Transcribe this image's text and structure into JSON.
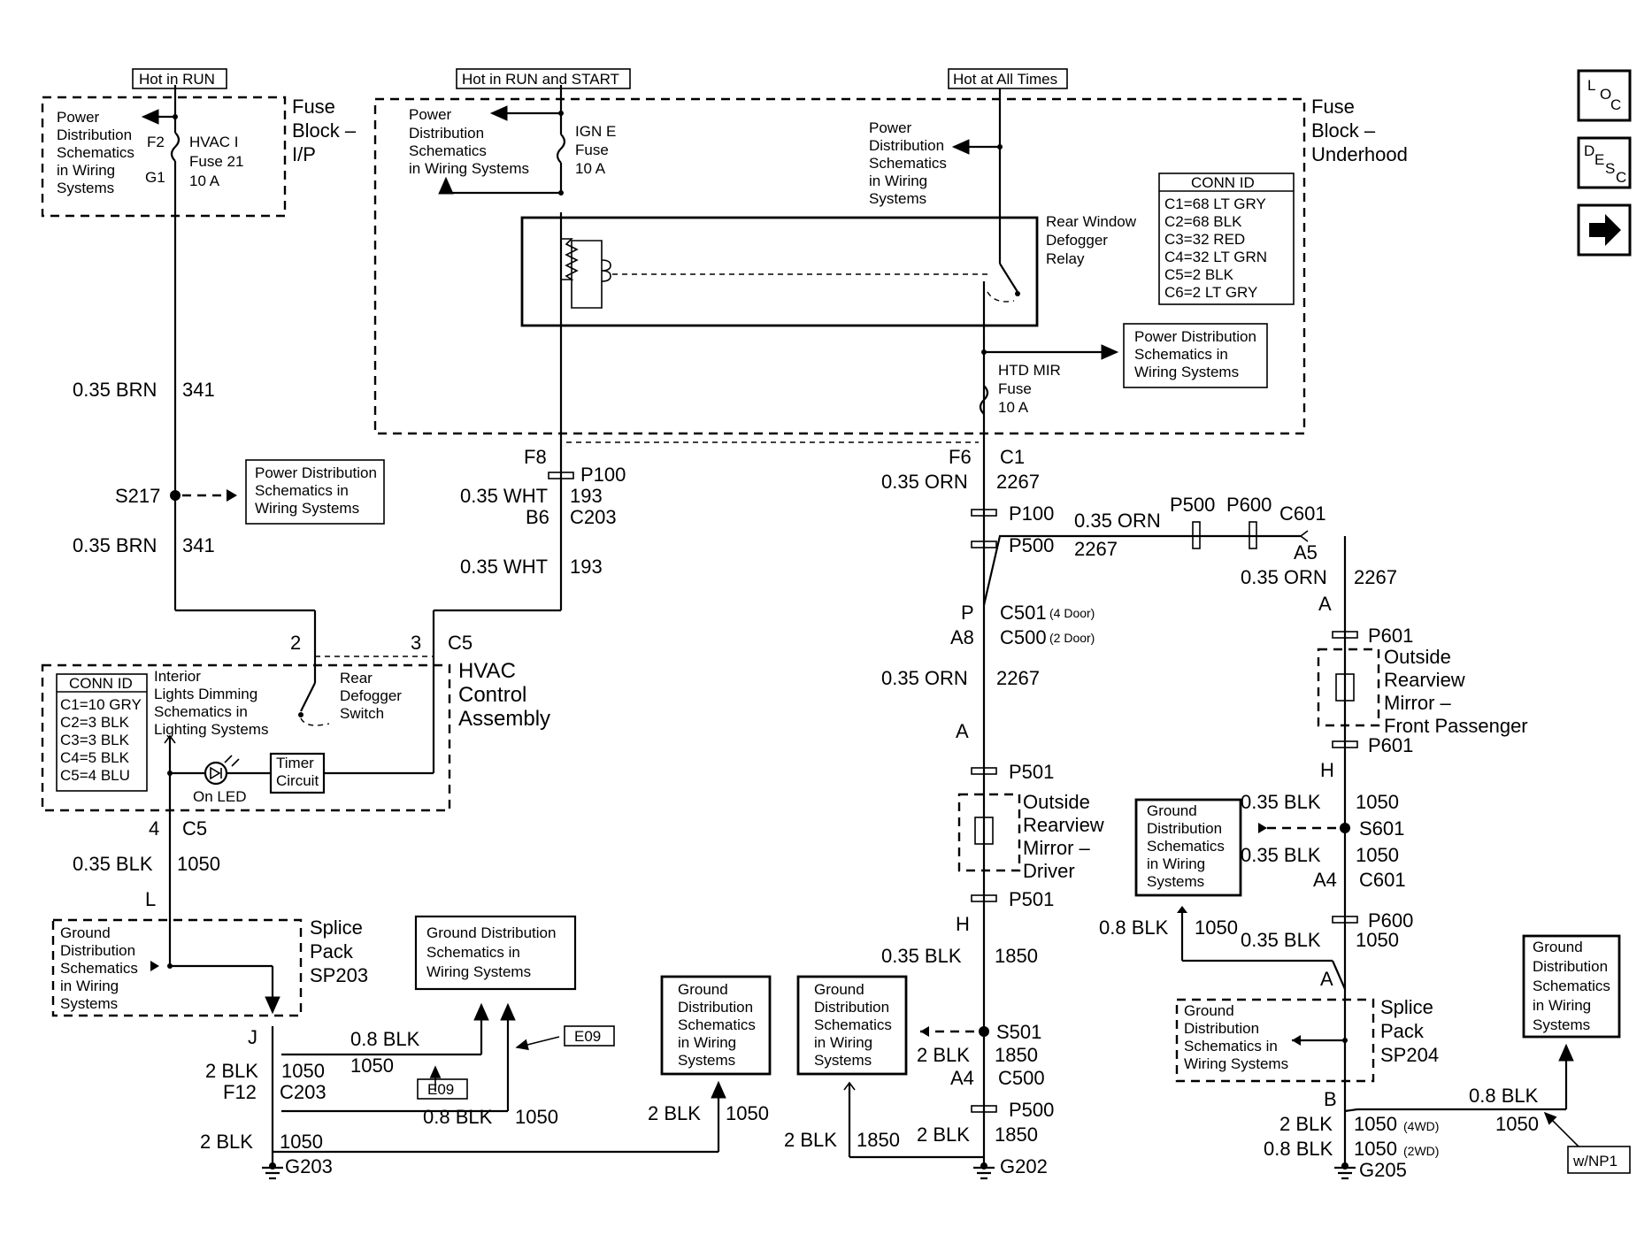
{
  "power_sources": {
    "hot_in_run": "Hot in RUN",
    "hot_in_run_start": "Hot in RUN and START",
    "hot_at_all_times": "Hot at All Times"
  },
  "fuse_block_ip": {
    "title": [
      "Fuse",
      "Block –",
      "I/P"
    ],
    "ref": [
      "Power",
      "Distribution",
      "Schematics",
      "in Wiring",
      "Systems"
    ],
    "fuse_label": [
      "HVAC I",
      "Fuse 21",
      "10 A"
    ],
    "f2": "F2",
    "g1": "G1"
  },
  "fuse_block_underhood": {
    "title": [
      "Fuse",
      "Block –",
      "Underhood"
    ],
    "ref_left": [
      "Power",
      "Distribution",
      "Schematics",
      "in Wiring Systems"
    ],
    "ign_fuse": [
      "IGN E",
      "Fuse",
      "10 A"
    ],
    "ref_right": [
      "Power",
      "Distribution",
      "Schematics",
      "in Wiring",
      "Systems"
    ],
    "relay": [
      "Rear Window",
      "Defogger",
      "Relay"
    ],
    "conn_id_title": "CONN ID",
    "conn_ids": [
      "C1=68 LT GRY",
      "C2=68 BLK",
      "C3=32 RED",
      "C4=32 LT GRN",
      "C5=2 BLK",
      "C6=2 LT GRY"
    ],
    "htd_fuse": [
      "HTD MIR",
      "Fuse",
      "10 A"
    ],
    "ref_box": [
      "Power Distribution",
      "Schematics in",
      "Wiring Systems"
    ]
  },
  "nav": {
    "loc": [
      "L",
      "O",
      "C"
    ],
    "desc": [
      "D",
      "E",
      "S",
      "C"
    ]
  },
  "left_wires": {
    "w1": "0.35 BRN",
    "c1": "341",
    "s217": "S217",
    "pd_box": [
      "Power Distribution",
      "Schematics in",
      "Wiring Systems"
    ],
    "w2": "0.35 BRN",
    "c2": "341",
    "f8": "F8",
    "p100": "P100",
    "w3": "0.35 WHT",
    "c3": "193",
    "b6": "B6",
    "c203": "C203",
    "w4": "0.35 WHT",
    "c4": "193"
  },
  "hvac": {
    "pin2": "2",
    "pin3": "3",
    "c5": "C5",
    "title": [
      "HVAC",
      "Control",
      "Assembly"
    ],
    "conn_id_title": "CONN ID",
    "conn_ids": [
      "C1=10 GRY",
      "C2=3 BLK",
      "C3=3 BLK",
      "C4=5 BLK",
      "C5=4 BLU"
    ],
    "dimming": [
      "Interior",
      "Lights Dimming",
      "Schematics in",
      "Lighting Systems"
    ],
    "switch": [
      "Rear",
      "Defogger",
      "Switch"
    ],
    "timer": [
      "Timer",
      "Circuit"
    ],
    "led": "On LED",
    "pin4": "4",
    "c5b": "C5",
    "w5": "0.35 BLK",
    "c5w": "1050",
    "l": "L"
  },
  "sp203": {
    "title": [
      "Splice",
      "Pack",
      "SP203"
    ],
    "ref": [
      "Ground",
      "Distribution",
      "Schematics",
      "in Wiring",
      "Systems"
    ],
    "j": "J",
    "w_a": "2 BLK",
    "c_a": "1050",
    "f12": "F12",
    "c203": "C203",
    "w_b": "0.8 BLK",
    "c_b": "1050",
    "e09a": "E09",
    "e09b": "E09",
    "w_c": "0.8 BLK",
    "c_c": "1050",
    "w_d": "2 BLK",
    "c_d": "1050",
    "g203": "G203",
    "gd_box": [
      "Ground Distribution",
      "Schematics in",
      "Wiring Systems"
    ]
  },
  "ground_mid": {
    "box1": [
      "Ground",
      "Distribution",
      "Schematics",
      "in Wiring",
      "Systems"
    ],
    "w1": "2 BLK",
    "c1": "1050",
    "box2": [
      "Ground",
      "Distribution",
      "Schematics",
      "in Wiring",
      "Systems"
    ]
  },
  "center": {
    "f6": "F6",
    "c1": "C1",
    "w1": "0.35 ORN",
    "c1w": "2267",
    "p100": "P100",
    "p500": "P500",
    "w2": "0.35 ORN",
    "c2w": "2267",
    "p": "P",
    "c501": "C501",
    "c501n": "(4 Door)",
    "a8": "A8",
    "c500": "C500",
    "c500n": "(2 Door)",
    "w3": "0.35 ORN",
    "c3w": "2267",
    "a": "A",
    "p501": "P501",
    "mirror": [
      "Outside",
      "Rearview",
      "Mirror –",
      "Driver"
    ],
    "p501b": "P501",
    "h": "H",
    "w4": "0.35 BLK",
    "c4w": "1850",
    "s501": "S501",
    "w5": "2 BLK",
    "c5w": "1850",
    "a4": "A4",
    "c500b": "C500",
    "p500b": "P500",
    "w6": "2 BLK",
    "c6w": "1850",
    "w7": "2 BLK",
    "c7w": "1850",
    "g202": "G202"
  },
  "right": {
    "p500": "P500",
    "p600": "P600",
    "c601": "C601",
    "a5": "A5",
    "w1": "0.35 ORN",
    "c1w": "2267",
    "a": "A",
    "p601": "P601",
    "mirror": [
      "Outside",
      "Rearview",
      "Mirror –",
      "Front Passenger"
    ],
    "p601b": "P601",
    "h": "H",
    "w2": "0.35 BLK",
    "c2w": "1050",
    "s601": "S601",
    "w3": "0.35 BLK",
    "c3w": "1050",
    "a4": "A4",
    "c601b": "C601",
    "p600b": "P600",
    "w4": "0.35 BLK",
    "c4w": "1050",
    "gd_box": [
      "Ground",
      "Distribution",
      "Schematics",
      "in Wiring",
      "Systems"
    ],
    "w5": "0.8 BLK",
    "c5w": "1050",
    "a2": "A",
    "sp204": [
      "Splice",
      "Pack",
      "SP204"
    ],
    "sp_ref": [
      "Ground",
      "Distribution",
      "Schematics in",
      "Wiring Systems"
    ],
    "b": "B",
    "w6": "2 BLK",
    "c6w": "1050",
    "c6n": "(4WD)",
    "w7": "0.8 BLK",
    "c7w": "1050",
    "c7n": "(2WD)",
    "w8": "0.8 BLK",
    "c8w": "1050",
    "c9w": "1050",
    "g205": "G205",
    "gd_box2": [
      "Ground",
      "Distribution",
      "Schematics",
      "in Wiring",
      "Systems"
    ],
    "wnp1": "w/NP1"
  }
}
